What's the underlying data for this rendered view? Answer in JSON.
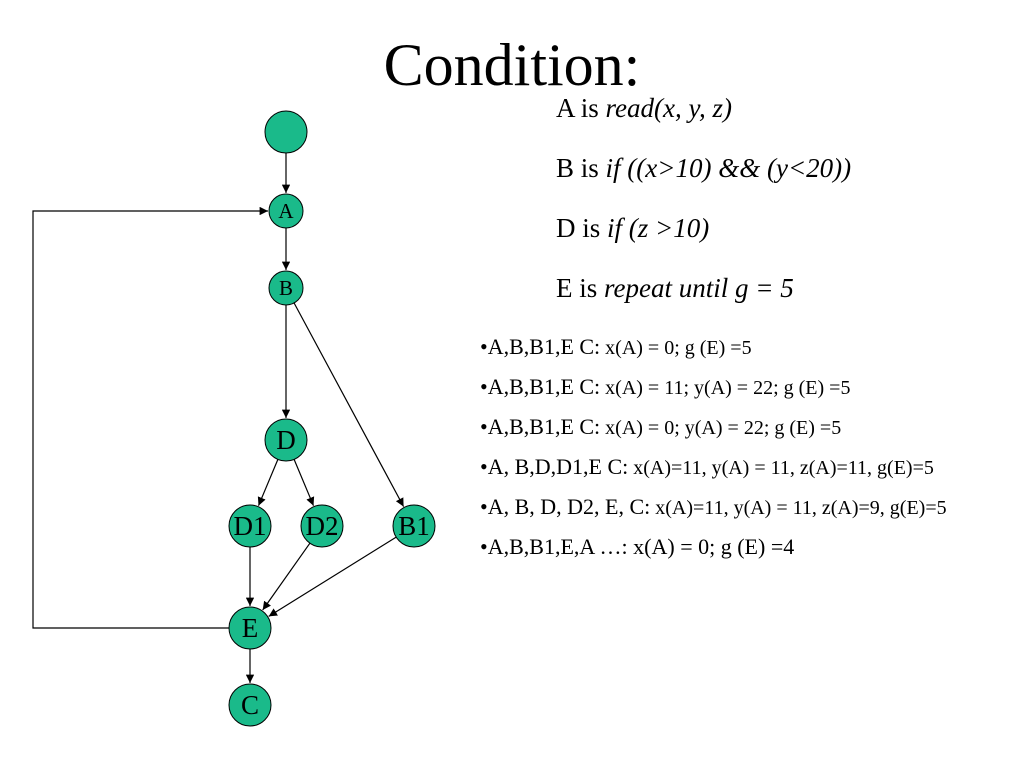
{
  "slide": {
    "title": "Condition:"
  },
  "conditions": [
    {
      "prefix": "A is ",
      "code": "read(x, y, z)"
    },
    {
      "prefix": "B is ",
      "code": "if ((x>10) && (y<20))"
    },
    {
      "prefix": "D is ",
      "code": "if (z >10)"
    },
    {
      "prefix": "E is ",
      "code": "repeat until g = 5"
    }
  ],
  "bullets": [
    {
      "path": "•A,B,B1,E C:",
      "values": " x(A) = 0; g (E) =5"
    },
    {
      "path": "•A,B,B1,E C:",
      "values": " x(A) = 11; y(A) = 22; g (E) =5"
    },
    {
      "path": "•A,B,B1,E C:",
      "values": " x(A) = 0;  y(A) = 22; g (E) =5"
    },
    {
      "path": "•A, B,D,D1,E C:",
      "values": " x(A)=11, y(A) = 11, z(A)=11, g(E)=5"
    },
    {
      "path": "•A, B, D, D2, E, C:",
      "values": " x(A)=11, y(A) = 11, z(A)=9, g(E)=5"
    },
    {
      "path": "•A,B,B1,E,A …:",
      "values": " x(A) = 0; g (E) =4"
    }
  ],
  "graph": {
    "node_color": "#1aba8a",
    "nodes": [
      {
        "id": "start",
        "label": ""
      },
      {
        "id": "A",
        "label": "A"
      },
      {
        "id": "B",
        "label": "B"
      },
      {
        "id": "D",
        "label": "D"
      },
      {
        "id": "D1",
        "label": "D1"
      },
      {
        "id": "D2",
        "label": "D2"
      },
      {
        "id": "B1",
        "label": "B1"
      },
      {
        "id": "E",
        "label": "E"
      },
      {
        "id": "C",
        "label": "C"
      }
    ],
    "edges": [
      {
        "from": "start",
        "to": "A"
      },
      {
        "from": "A",
        "to": "B"
      },
      {
        "from": "B",
        "to": "D"
      },
      {
        "from": "B",
        "to": "B1"
      },
      {
        "from": "D",
        "to": "D1"
      },
      {
        "from": "D",
        "to": "D2"
      },
      {
        "from": "D1",
        "to": "E"
      },
      {
        "from": "D2",
        "to": "E"
      },
      {
        "from": "B1",
        "to": "E"
      },
      {
        "from": "E",
        "to": "C"
      },
      {
        "from": "E",
        "to": "A",
        "loop": true
      }
    ]
  }
}
